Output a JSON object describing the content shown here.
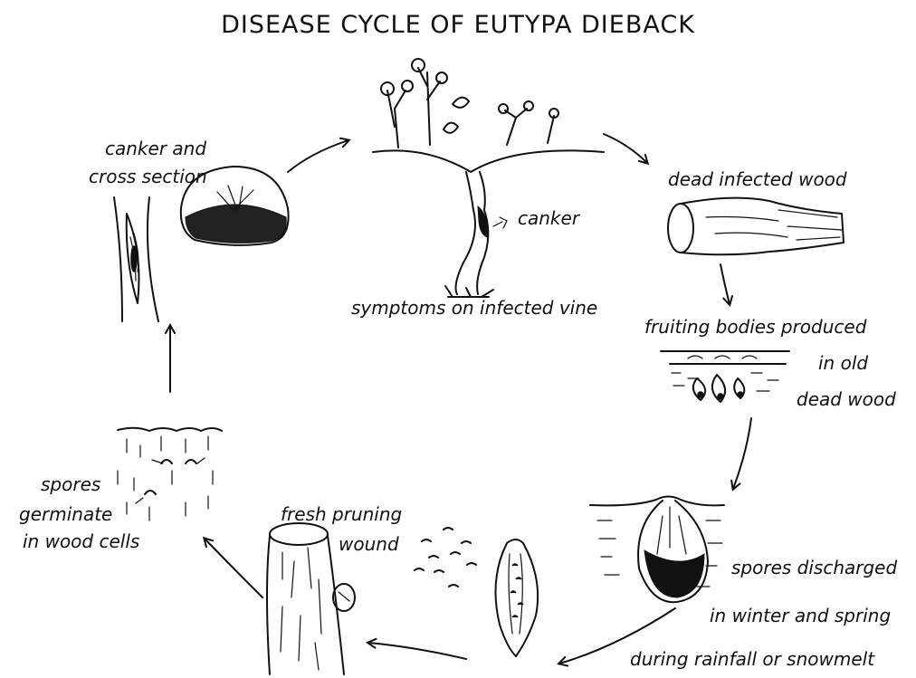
{
  "title": "DISEASE CYCLE OF EUTYPA DIEBACK",
  "labels": {
    "canker_cross_section_1": "canker and",
    "canker_cross_section_2": "cross section",
    "canker": "canker",
    "symptoms": "symptoms on infected vine",
    "dead_wood": "dead infected wood",
    "fruiting_1": "fruiting bodies produced",
    "fruiting_2": "in old",
    "fruiting_3": "dead wood",
    "discharge_1": "spores discharged",
    "discharge_2": "in winter and spring",
    "discharge_3": "during rainfall or snowmelt",
    "pruning_1": "fresh pruning",
    "pruning_2": "wound",
    "germinate_1": "spores",
    "germinate_2": "germinate",
    "germinate_3": "in wood cells"
  }
}
